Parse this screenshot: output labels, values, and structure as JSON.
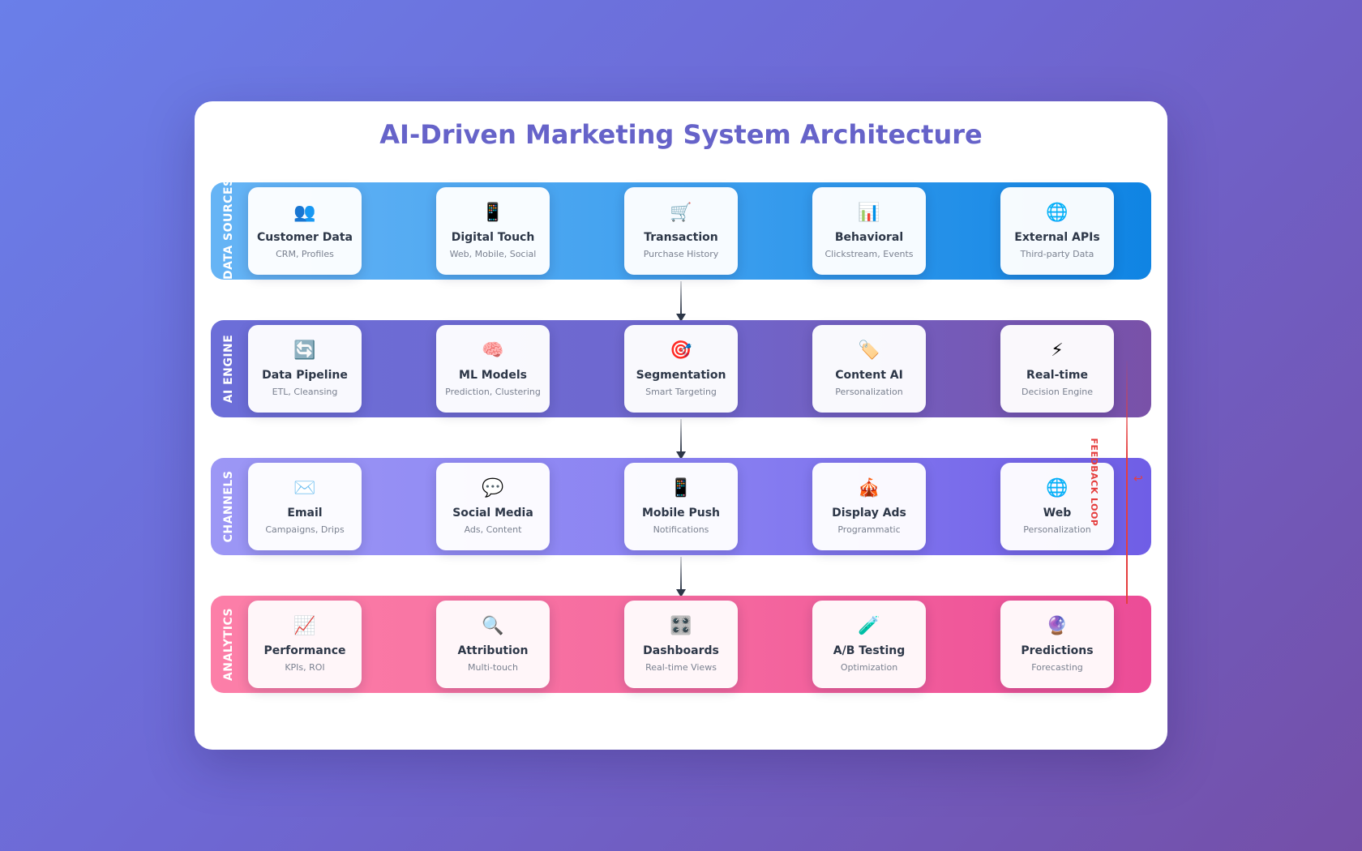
{
  "title": "AI-Driven Marketing System Architecture",
  "colors": {
    "title": "#6663c9",
    "data_sources": "#3fa0ef",
    "ai_engine": "#6f67ce",
    "channels": "#8a82f2",
    "analytics": "#f56a9f",
    "feedback": "#e53e3e"
  },
  "layers": [
    {
      "label": "DATA SOURCES",
      "nodes": [
        {
          "icon": "👥",
          "icon_name": "users-icon",
          "title": "Customer Data",
          "sub": "CRM, Profiles"
        },
        {
          "icon": "📱",
          "icon_name": "mobile-phone-icon",
          "title": "Digital Touch",
          "sub": "Web, Mobile, Social"
        },
        {
          "icon": "🛒",
          "icon_name": "shopping-cart-icon",
          "title": "Transaction",
          "sub": "Purchase History"
        },
        {
          "icon": "📊",
          "icon_name": "bar-chart-icon",
          "title": "Behavioral",
          "sub": "Clickstream, Events"
        },
        {
          "icon": "🌐",
          "icon_name": "globe-icon",
          "title": "External APIs",
          "sub": "Third-party Data"
        }
      ]
    },
    {
      "label": "AI ENGINE",
      "nodes": [
        {
          "icon": "🔄",
          "icon_name": "refresh-icon",
          "title": "Data Pipeline",
          "sub": "ETL, Cleansing"
        },
        {
          "icon": "🧠",
          "icon_name": "brain-icon",
          "title": "ML Models",
          "sub": "Prediction, Clustering"
        },
        {
          "icon": "🎯",
          "icon_name": "target-icon",
          "title": "Segmentation",
          "sub": "Smart Targeting"
        },
        {
          "icon": "🏷️",
          "icon_name": "tag-icon",
          "title": "Content AI",
          "sub": "Personalization"
        },
        {
          "icon": "⚡",
          "icon_name": "lightning-icon",
          "title": "Real-time",
          "sub": "Decision Engine"
        }
      ]
    },
    {
      "label": "CHANNELS",
      "nodes": [
        {
          "icon": "✉️",
          "icon_name": "email-icon",
          "title": "Email",
          "sub": "Campaigns, Drips"
        },
        {
          "icon": "💬",
          "icon_name": "chat-bubble-icon",
          "title": "Social Media",
          "sub": "Ads, Content"
        },
        {
          "icon": "📱",
          "icon_name": "mobile-phone-icon",
          "title": "Mobile Push",
          "sub": "Notifications"
        },
        {
          "icon": "🎪",
          "icon_name": "circus-tent-icon",
          "title": "Display Ads",
          "sub": "Programmatic"
        },
        {
          "icon": "🌐",
          "icon_name": "globe-icon",
          "title": "Web",
          "sub": "Personalization"
        }
      ]
    },
    {
      "label": "ANALYTICS",
      "nodes": [
        {
          "icon": "📈",
          "icon_name": "trend-up-chart-icon",
          "title": "Performance",
          "sub": "KPIs, ROI"
        },
        {
          "icon": "🔍",
          "icon_name": "magnifier-icon",
          "title": "Attribution",
          "sub": "Multi-touch"
        },
        {
          "icon": "🎛️",
          "icon_name": "control-knobs-icon",
          "title": "Dashboards",
          "sub": "Real-time Views"
        },
        {
          "icon": "🧪",
          "icon_name": "test-tube-icon",
          "title": "A/B Testing",
          "sub": "Optimization"
        },
        {
          "icon": "🔮",
          "icon_name": "crystal-ball-icon",
          "title": "Predictions",
          "sub": "Forecasting"
        }
      ]
    }
  ],
  "feedback": {
    "label": "FEEDBACK LOOP",
    "icon": "↩",
    "icon_name": "return-arrow-icon"
  }
}
